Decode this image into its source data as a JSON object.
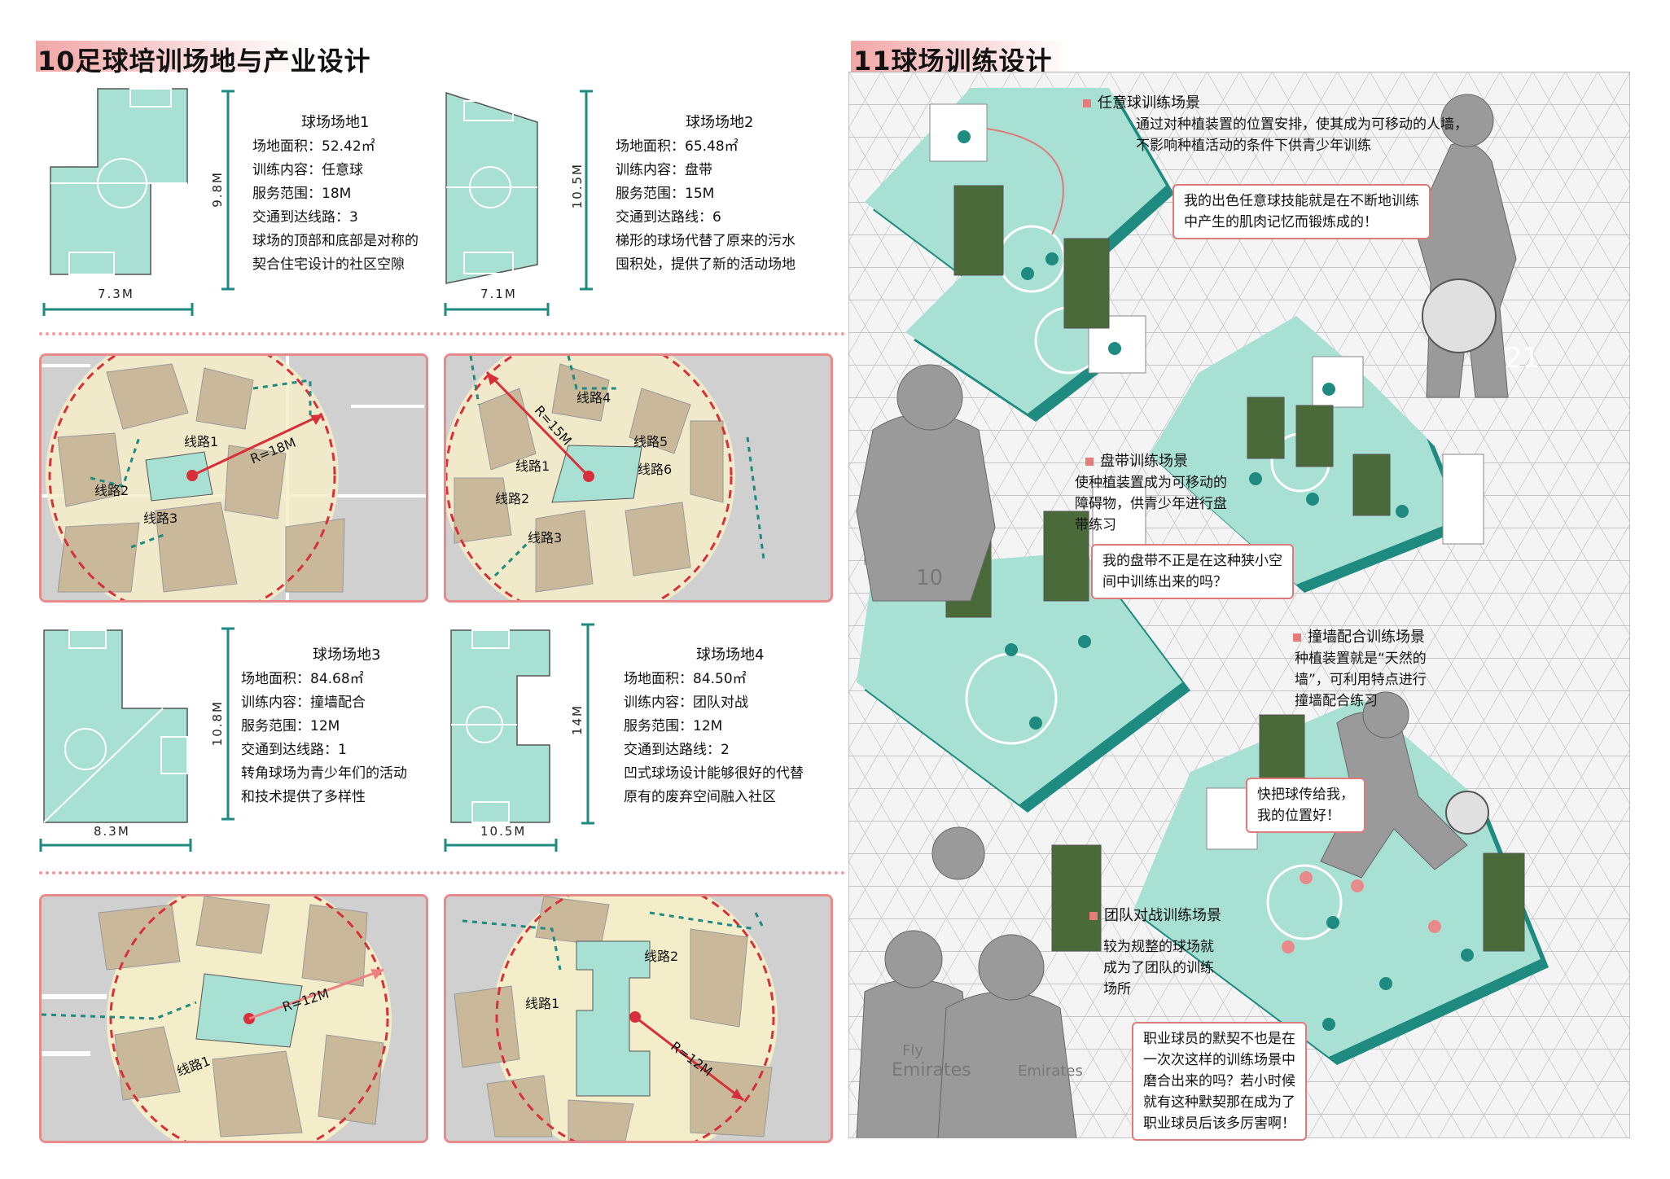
{
  "left": {
    "title": "10足球培训场地与产业设计",
    "fields": [
      {
        "name": "球场场地1",
        "area": "场地面积：52.42㎡",
        "content": "训练内容：任意球",
        "range": "服务范围：18M",
        "routes": "交通到达线路：3",
        "desc1": "球场的顶部和底部是对称的",
        "desc2": "契合住宅设计的社区空隙",
        "w": "7.3M",
        "h": "9.8M"
      },
      {
        "name": "球场场地2",
        "area": "场地面积：65.48㎡",
        "content": "训练内容：盘带",
        "range": "服务范围：15M",
        "routes": "交通到达路线：6",
        "desc1": "梯形的球场代替了原来的污水",
        "desc2": "囤积处，提供了新的活动场地",
        "w": "7.1M",
        "h": "10.5M"
      },
      {
        "name": "球场场地3",
        "area": "场地面积：84.68㎡",
        "content": "训练内容：撞墙配合",
        "range": "服务范围：12M",
        "routes": "交通到达线路：1",
        "desc1": "转角球场为青少年们的活动",
        "desc2": "和技术提供了多样性",
        "w": "8.3M",
        "h": "10.8M"
      },
      {
        "name": "球场场地4",
        "area": "场地面积：84.50㎡",
        "content": "训练内容：团队对战",
        "range": "服务范围：12M",
        "routes": "交通到达路线：2",
        "desc1": "凹式球场设计能够很好的代替",
        "desc2": "原有的废弃空间融入社区",
        "w": "10.5M",
        "h": "14M"
      }
    ],
    "maps": {
      "m1": {
        "r": "R=18M",
        "l1": "线路1",
        "l2": "线路2",
        "l3": "线路3"
      },
      "m2": {
        "r": "R=15M",
        "l1": "线路1",
        "l2": "线路2",
        "l3": "线路3",
        "l4": "线路4",
        "l5": "线路5",
        "l6": "线路6"
      },
      "m3": {
        "r": "R=12M",
        "l1": "线路1"
      },
      "m4": {
        "r": "R=12M",
        "l1": "线路1",
        "l2": "线路2"
      }
    }
  },
  "right": {
    "title": "11球场训练设计",
    "scenes": [
      {
        "head": "任意球训练场景",
        "t1": "通过对种植装置的位置安排，使其成为可移动的人墙，",
        "t2": "不影响种植活动的条件下供青少年训练"
      },
      {
        "head": "盘带训练场景",
        "t1": "使种植装置成为可移动的",
        "t2": "障碍物，供青少年进行盘",
        "t3": "带练习"
      },
      {
        "head": "撞墙配合训练场景",
        "t1": "种植装置就是“天然的",
        "t2": "墙”，可利用特点进行",
        "t3": "撞墙配合练习"
      },
      {
        "head": "团队对战训练场景",
        "t1": "较为规整的球场就",
        "t2": "成为了团队的训练",
        "t3": "场所"
      }
    ],
    "bubbles": {
      "b1a": "我的出色任意球技能就是在不断地训练",
      "b1b": "中产生的肌肉记忆而锻炼成的！",
      "b2a": "我的盘带不正是在这种狭小空",
      "b2b": "间中训练出来的吗？",
      "b3a": "快把球传给我，",
      "b3b": "我的位置好！",
      "b4a": "职业球员的默契不也是在",
      "b4b": "一次次这样的训练场景中",
      "b4c": "磨合出来的吗？若小时候",
      "b4d": "就有这种默契那在成为了",
      "b4e": "职业球员后该多厉害啊！"
    },
    "jersey": {
      "brand1": "Fly",
      "brand2": "Emirates",
      "brand3": "Emirates",
      "num1": "10",
      "num2": "21"
    }
  },
  "colors": {
    "mint": "#a8e0d4",
    "teal": "#1e8a80",
    "pink": "#e88a8a",
    "red": "#d8303a",
    "sand": "#f6efc9",
    "bldg": "#c9b99a",
    "gray": "#cfcfcf"
  }
}
